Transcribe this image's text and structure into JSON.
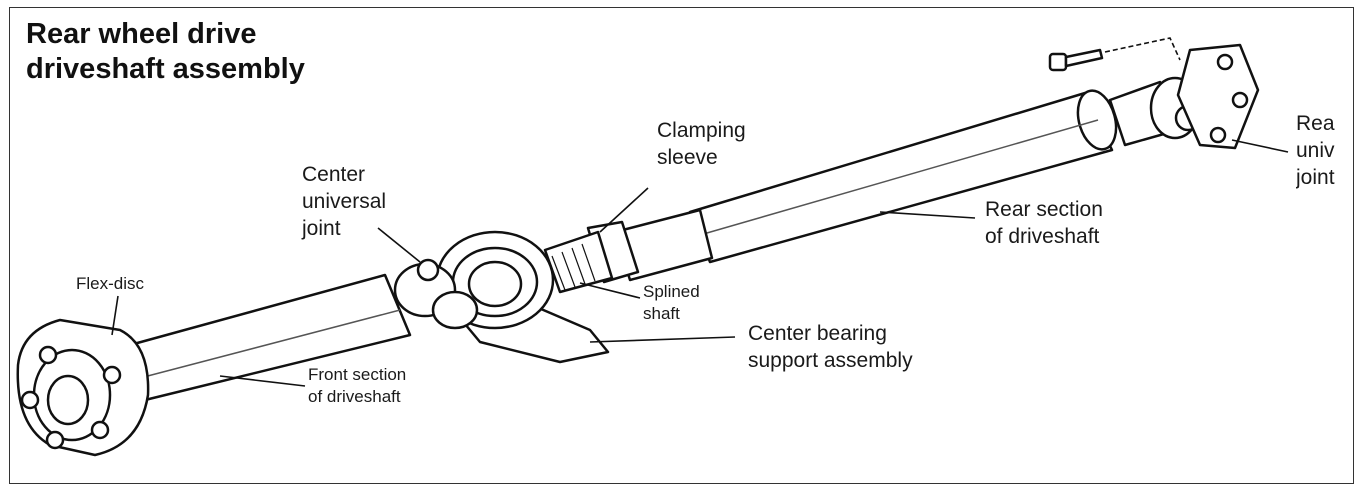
{
  "title": {
    "line1": "Rear wheel drive",
    "line2": "driveshaft assembly"
  },
  "labels": {
    "flex_disc": "Flex-disc",
    "center_uj": [
      "Center",
      "universal",
      "joint"
    ],
    "clamping_sleeve": [
      "Clamping",
      "sleeve"
    ],
    "splined_shaft": [
      "Splined",
      "shaft"
    ],
    "center_bearing": [
      "Center bearing",
      "support assembly"
    ],
    "front_section": [
      "Front section",
      "of driveshaft"
    ],
    "rear_section": [
      "Rear section",
      "of driveshaft"
    ],
    "rear_uj": [
      "Rea",
      "univ",
      "joint"
    ]
  }
}
